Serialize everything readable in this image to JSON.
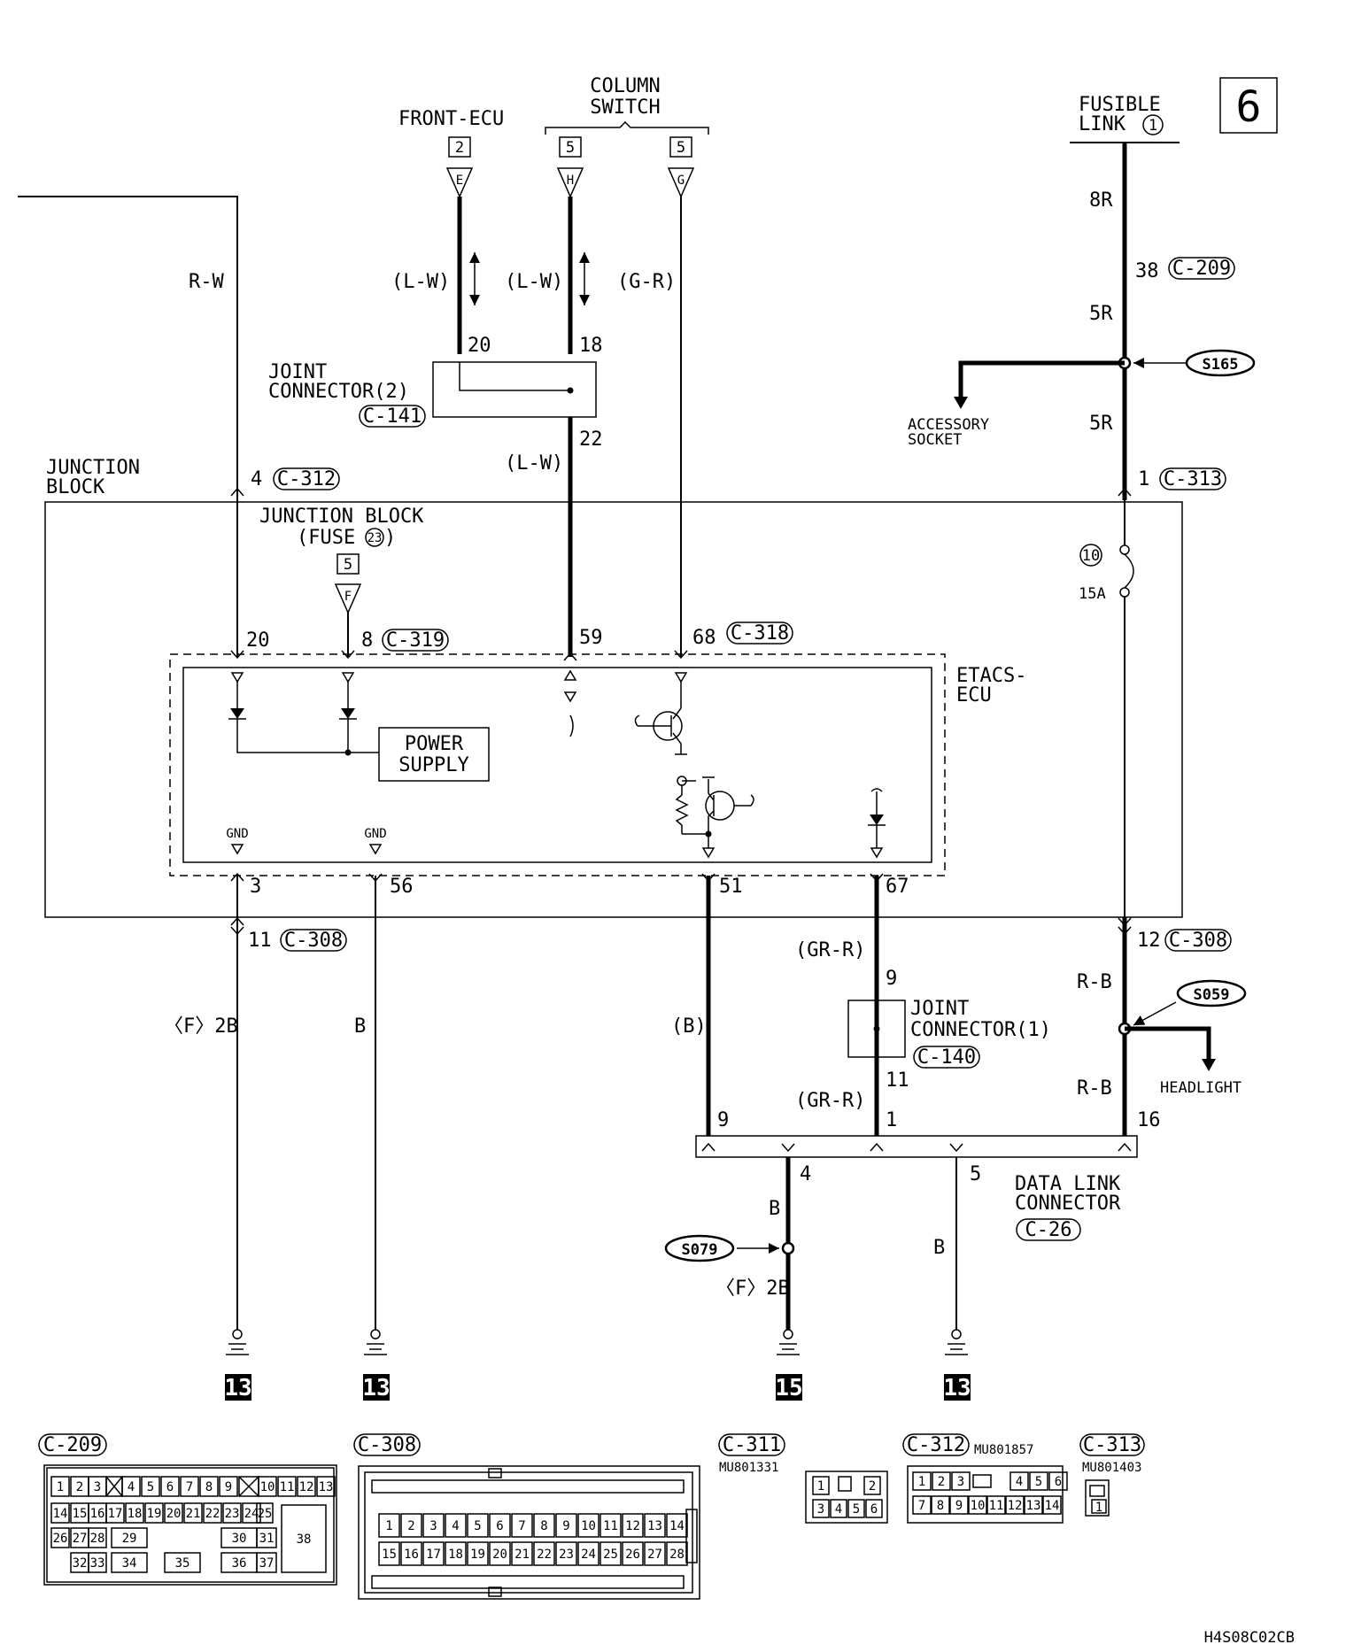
{
  "page_number": "6",
  "figure_code": "H4S08C02CB",
  "top_sources": {
    "front_ecu": "FRONT-ECU",
    "front_ecu_page": "2",
    "front_ecu_pin": "E",
    "column_switch_l1": "COLUMN",
    "column_switch_l2": "SWITCH",
    "col_h_page": "5",
    "col_h_pin": "H",
    "col_g_page": "5",
    "col_g_pin": "G",
    "fusible_link_l1": "FUSIBLE",
    "fusible_link_l2": "LINK",
    "fusible_link_num": "1"
  },
  "wire_colors": {
    "rw": "R-W",
    "lw1": "(L-W)",
    "lw2": "(L-W)",
    "gr": "(G-R)",
    "lw3": "(L-W)",
    "r8": "8R",
    "r5a": "5R",
    "r5b": "5R",
    "f2b": "〈F〉2B",
    "b1": "B",
    "b_paren": "(B)",
    "grr1": "(GR-R)",
    "grr2": "(GR-R)",
    "rb1": "R-B",
    "rb2": "R-B",
    "b4": "B",
    "f2b2": "〈F〉2B",
    "b5": "B"
  },
  "pins": {
    "p20a": "20",
    "p18": "18",
    "p22": "22",
    "p38": "38",
    "p4": "4",
    "p1": "1",
    "p20b": "20",
    "p8": "8",
    "p59": "59",
    "p68": "68",
    "p3": "3",
    "p56": "56",
    "p51": "51",
    "p67": "67",
    "p11a": "11",
    "p12": "12",
    "p9a": "9",
    "p11b": "11",
    "p9b": "9",
    "p1b": "1",
    "p16": "16",
    "p4b": "4",
    "p5": "5"
  },
  "connectors": {
    "c141": "C-141",
    "c209": "C-209",
    "c312": "C-312",
    "c313": "C-313",
    "c319": "C-319",
    "c318": "C-318",
    "c308a": "C-308",
    "c308b": "C-308",
    "c140": "C-140",
    "c26": "C-26"
  },
  "labels": {
    "joint_conn2_l1": "JOINT",
    "joint_conn2_l2": "CONNECTOR(2)",
    "junction_block_l1": "JUNCTION",
    "junction_block_l2": "BLOCK",
    "jb_fuse_l1": "JUNCTION BLOCK",
    "jb_fuse_l2": "(FUSE",
    "jb_fuse_num": "23",
    "jb_fuse_l3": ")",
    "jb_page": "5",
    "jb_pin": "F",
    "accessory_l1": "ACCESSORY",
    "accessory_l2": "SOCKET",
    "fuse_num": "10",
    "fuse_amp": "15A",
    "etacs_l1": "ETACS-",
    "etacs_l2": "ECU",
    "power_l1": "POWER",
    "power_l2": "SUPPLY",
    "gnd1": "GND",
    "gnd2": "GND",
    "joint_conn1_l1": "JOINT",
    "joint_conn1_l2": "CONNECTOR(1)",
    "headlight": "HEADLIGHT",
    "dlc_l1": "DATA LINK",
    "dlc_l2": "CONNECTOR"
  },
  "splices": {
    "s165": "S165",
    "s059": "S059",
    "s079": "S079"
  },
  "grounds": [
    "13",
    "13",
    "15",
    "13"
  ],
  "connector_views": {
    "c209": {
      "label": "C-209",
      "row1": [
        "1",
        "2",
        "3",
        "4",
        "5",
        "6",
        "7",
        "8",
        "9",
        "10",
        "11",
        "12",
        "13"
      ],
      "row2": [
        "14",
        "15",
        "16",
        "17",
        "18",
        "19",
        "20",
        "21",
        "22",
        "23",
        "24",
        "25"
      ],
      "row3": [
        "26",
        "27",
        "28",
        "29",
        "30",
        "31"
      ],
      "row4": [
        "32",
        "33",
        "34",
        "35",
        "36",
        "37"
      ],
      "big": "38"
    },
    "c308": {
      "label": "C-308",
      "row1": [
        "1",
        "2",
        "3",
        "4",
        "5",
        "6",
        "7",
        "8",
        "9",
        "10",
        "11",
        "12",
        "13",
        "14"
      ],
      "row2": [
        "15",
        "16",
        "17",
        "18",
        "19",
        "20",
        "21",
        "22",
        "23",
        "24",
        "25",
        "26",
        "27",
        "28"
      ]
    },
    "c311": {
      "label": "C-311",
      "part": "MU801331",
      "pins": [
        "1",
        "2",
        "3",
        "4",
        "5",
        "6"
      ]
    },
    "c312": {
      "label": "C-312",
      "part": "MU801857",
      "row1": [
        "1",
        "2",
        "3",
        "4",
        "5",
        "6"
      ],
      "row2": [
        "7",
        "8",
        "9",
        "10",
        "11",
        "12",
        "13",
        "14"
      ]
    },
    "c313": {
      "label": "C-313",
      "part": "MU801403",
      "pin": "1"
    }
  }
}
